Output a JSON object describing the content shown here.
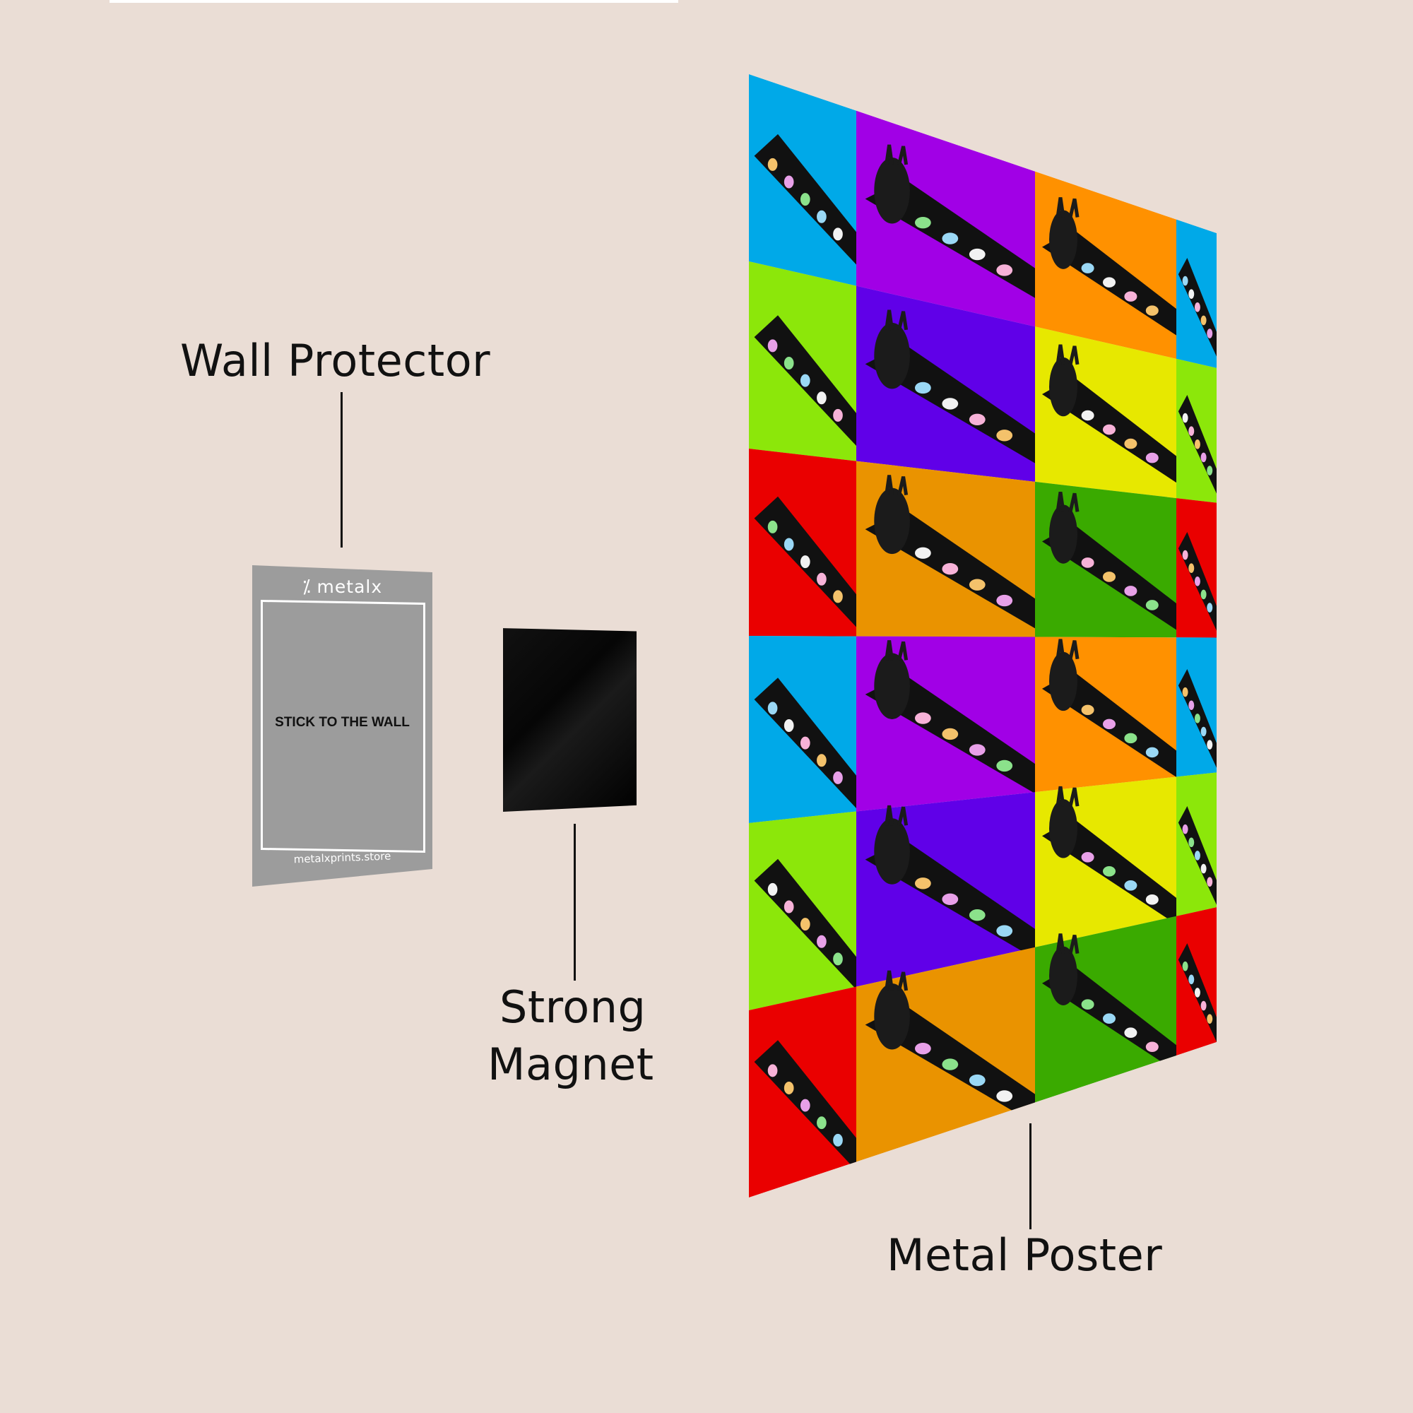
{
  "labels": {
    "wall_protector": "Wall Protector",
    "strong_magnet_line1": "Strong",
    "strong_magnet_line2": "Magnet",
    "metal_poster": "Metal Poster"
  },
  "protector": {
    "brand": "metalx",
    "instruction": "STICK TO THE WALL",
    "website": "metalxprints.store"
  },
  "colors": {
    "background": "#eaddd5",
    "protector": "#9c9c9c",
    "magnet": "#000000",
    "tile_cyan": "#00a9e8",
    "tile_purple": "#a100e6",
    "tile_orange": "#ff9100",
    "tile_green": "#8ce70a",
    "tile_violet": "#6000e8",
    "tile_yellow": "#e7e800",
    "tile_red": "#ea0000",
    "tile_amber": "#ea9300",
    "tile_grass": "#3aaa00"
  },
  "poster_pattern": [
    [
      "tile_cyan",
      "tile_purple",
      "tile_orange",
      "tile_cyan"
    ],
    [
      "tile_green",
      "tile_violet",
      "tile_yellow",
      "tile_green"
    ],
    [
      "tile_red",
      "tile_amber",
      "tile_grass",
      "tile_red"
    ],
    [
      "tile_cyan",
      "tile_purple",
      "tile_orange",
      "tile_cyan"
    ],
    [
      "tile_green",
      "tile_violet",
      "tile_yellow",
      "tile_green"
    ],
    [
      "tile_red",
      "tile_amber",
      "tile_grass",
      "tile_red"
    ]
  ]
}
